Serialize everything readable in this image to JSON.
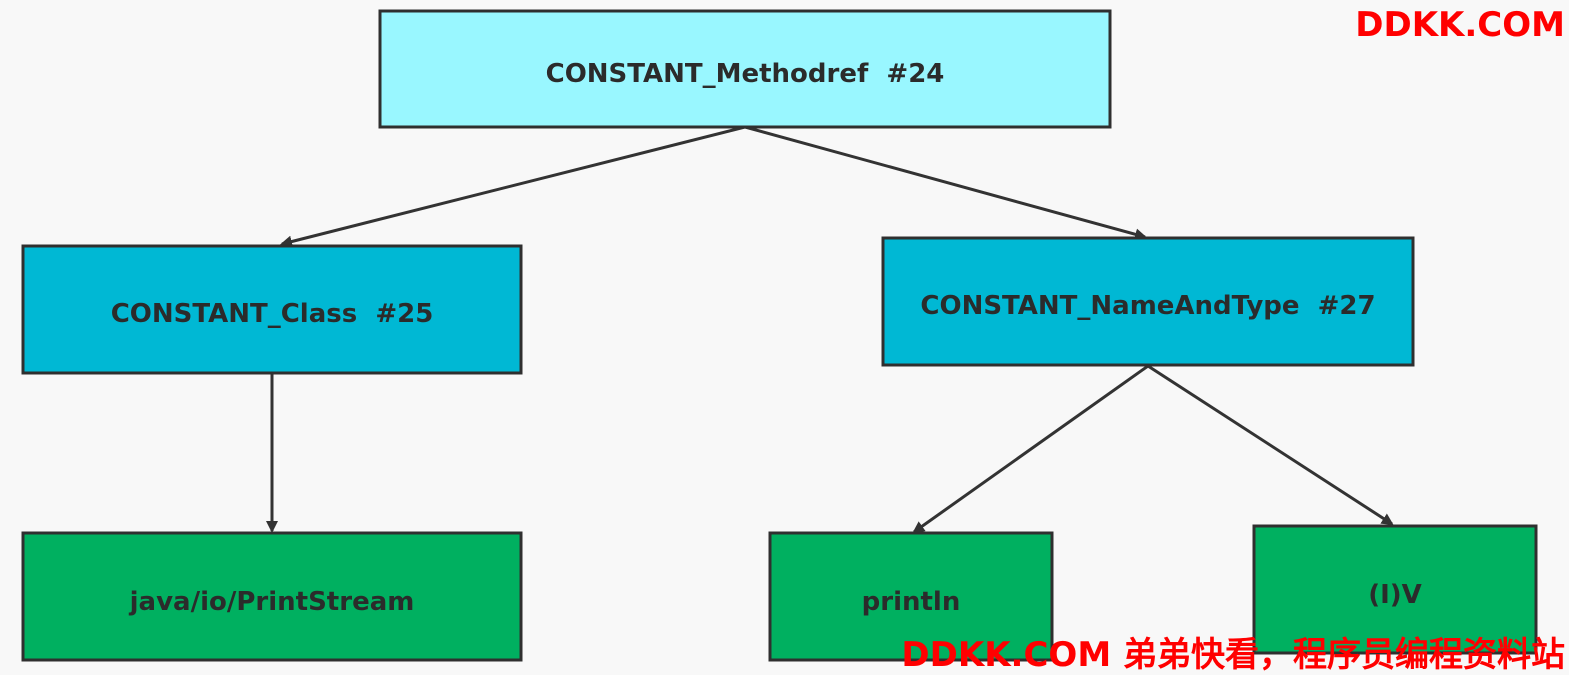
{
  "colors": {
    "root_fill": "#99f7ff",
    "mid_fill": "#00b8d4",
    "leaf_fill": "#00b060",
    "border": "#2f2f2f",
    "arrow": "#333333",
    "watermark": "#ff0000"
  },
  "nodes": {
    "methodref": {
      "label": "CONSTANT_Methodref  #24"
    },
    "class": {
      "label": "CONSTANT_Class  #25"
    },
    "name_and_type": {
      "label": "CONSTANT_NameAndType  #27"
    },
    "print_stream": {
      "label": "java/io/PrintStream"
    },
    "println": {
      "label": "println"
    },
    "descriptor": {
      "label": "(I)V"
    }
  },
  "edges": [
    {
      "from": "methodref",
      "to": "class"
    },
    {
      "from": "methodref",
      "to": "name_and_type"
    },
    {
      "from": "class",
      "to": "print_stream"
    },
    {
      "from": "name_and_type",
      "to": "println"
    },
    {
      "from": "name_and_type",
      "to": "descriptor"
    }
  ],
  "watermarks": {
    "top": "DDKK.COM",
    "bottom": "DDKK.COM 弟弟快看，程序员编程资料站"
  }
}
